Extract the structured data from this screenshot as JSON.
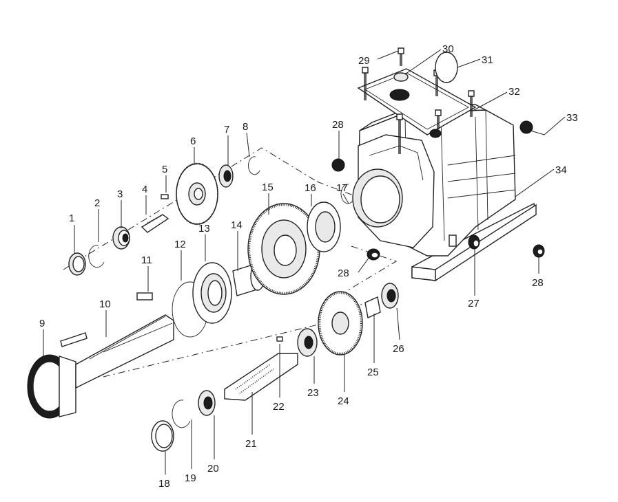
{
  "parts": [
    {
      "number": "1"
    },
    {
      "number": "2"
    },
    {
      "number": "3"
    },
    {
      "number": "4"
    },
    {
      "number": "5"
    },
    {
      "number": "6"
    },
    {
      "number": "7"
    },
    {
      "number": "8"
    },
    {
      "number": "9"
    },
    {
      "number": "10"
    },
    {
      "number": "11"
    },
    {
      "number": "12"
    },
    {
      "number": "13"
    },
    {
      "number": "14"
    },
    {
      "number": "15"
    },
    {
      "number": "16"
    },
    {
      "number": "17"
    },
    {
      "number": "18"
    },
    {
      "number": "19"
    },
    {
      "number": "20"
    },
    {
      "number": "21"
    },
    {
      "number": "22"
    },
    {
      "number": "23"
    },
    {
      "number": "24"
    },
    {
      "number": "25"
    },
    {
      "number": "26"
    },
    {
      "number": "27"
    },
    {
      "number": "28"
    },
    {
      "number": "28"
    },
    {
      "number": "28"
    },
    {
      "number": "29"
    },
    {
      "number": "30"
    },
    {
      "number": "31"
    },
    {
      "number": "32"
    },
    {
      "number": "33"
    },
    {
      "number": "34"
    }
  ]
}
